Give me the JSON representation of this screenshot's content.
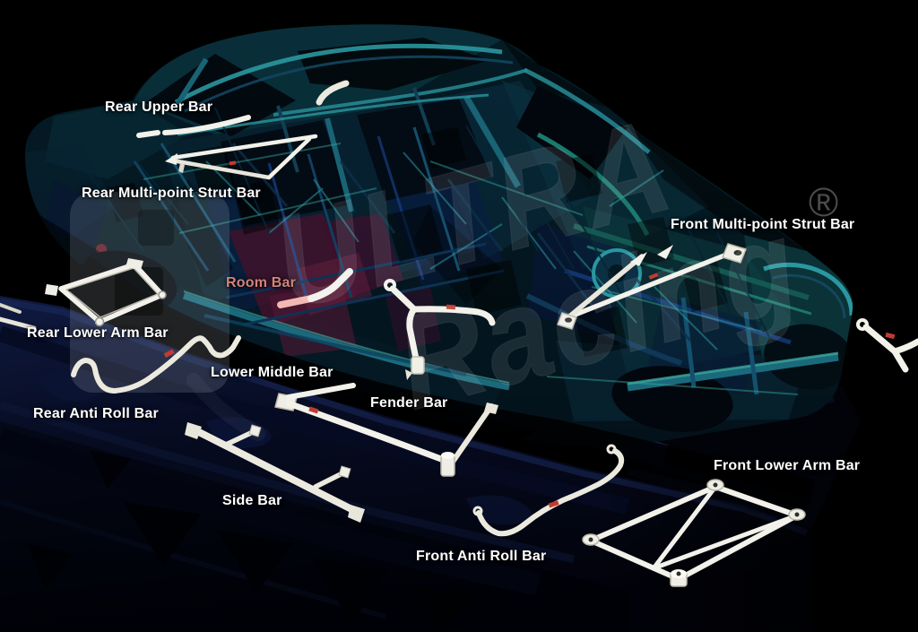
{
  "diagram": {
    "description": "Car body chassis illustration showing Ultra Racing strut bar product locations",
    "background_color": "#000000",
    "parts_labels": [
      {
        "id": "rear-upper-bar",
        "text": "Rear Upper Bar",
        "color": "#ffffff"
      },
      {
        "id": "rear-multi-point-strut-bar",
        "text": "Rear Multi-point Strut Bar",
        "color": "#ffffff"
      },
      {
        "id": "front-multi-point-strut-bar",
        "text": "Front Multi-point Strut Bar",
        "color": "#ffffff"
      },
      {
        "id": "room-bar",
        "text": "Room Bar",
        "color": "#d2837c"
      },
      {
        "id": "rear-lower-arm-bar",
        "text": "Rear Lower Arm Bar",
        "color": "#ffffff"
      },
      {
        "id": "lower-middle-bar",
        "text": "Lower Middle Bar",
        "color": "#ffffff"
      },
      {
        "id": "fender-bar",
        "text": "Fender Bar",
        "color": "#ffffff"
      },
      {
        "id": "rear-anti-roll-bar",
        "text": "Rear Anti Roll Bar",
        "color": "#ffffff"
      },
      {
        "id": "side-bar",
        "text": "Side Bar",
        "color": "#ffffff"
      },
      {
        "id": "front-anti-roll-bar",
        "text": "Front Anti Roll Bar",
        "color": "#ffffff"
      },
      {
        "id": "front-lower-arm-bar",
        "text": "Front Lower Arm Bar",
        "color": "#ffffff"
      }
    ],
    "watermark": {
      "line1": "ULTRA",
      "line2": "Racing",
      "registered_mark": "®"
    },
    "colors": {
      "background": "#000000",
      "label_text": "#ffffff",
      "room_bar_label": "#d2837c",
      "bar_white": "#f2f1ea",
      "room_bar_highlight": "#f3b8b2",
      "chassis_teal": "#1f7f8d",
      "chassis_blue": "#1c4fa0",
      "platform_navy": "#0d1740",
      "sticker_red": "#c23b30"
    }
  }
}
